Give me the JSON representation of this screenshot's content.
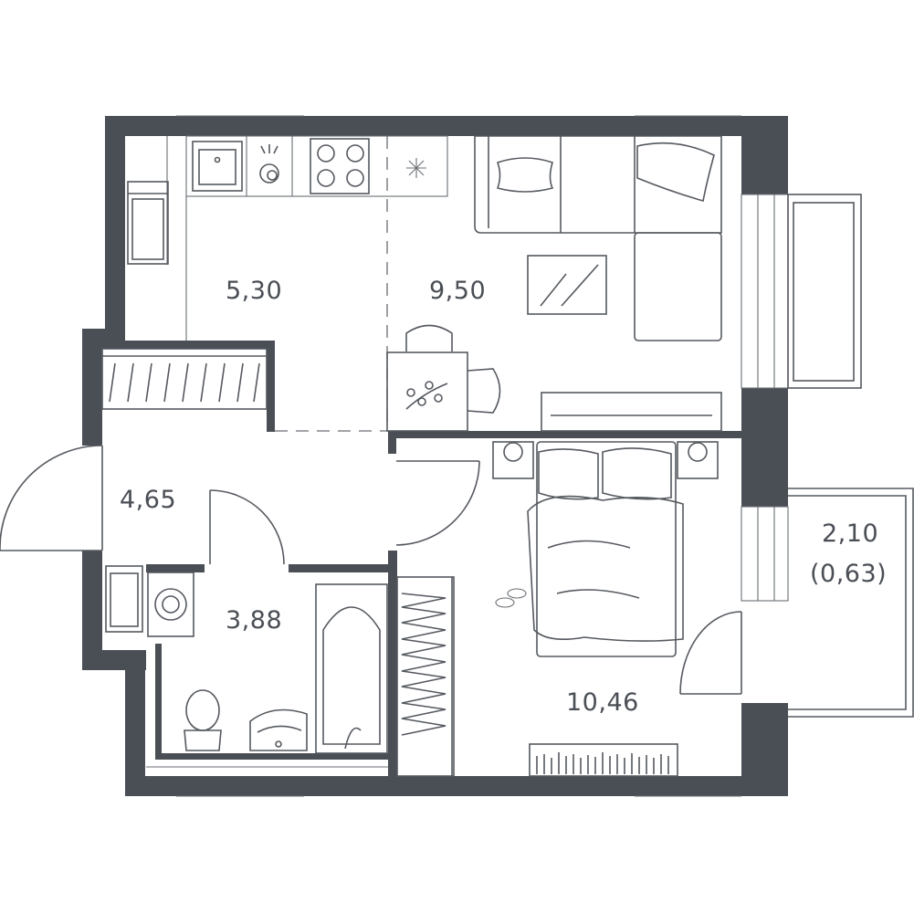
{
  "colors": {
    "wall": "#4a4e55",
    "line": "#55595f",
    "background": "#ffffff"
  },
  "rooms": [
    {
      "id": "kitchen",
      "area": "5,30"
    },
    {
      "id": "living",
      "area": "9,50"
    },
    {
      "id": "hall",
      "area": "4,65"
    },
    {
      "id": "bathroom",
      "area": "3,88"
    },
    {
      "id": "bedroom",
      "area": "10,46"
    },
    {
      "id": "balcony",
      "area": "2,10",
      "area_reduced": "(0,63)"
    }
  ],
  "icons": [
    "sink-icon",
    "dishwasher-icon",
    "stove-icon",
    "fridge-icon",
    "sofa-icon",
    "tv-icon",
    "dining-table-icon",
    "bed-icon",
    "wardrobe-icon",
    "washing-machine-icon",
    "toilet-icon",
    "bathtub-icon",
    "slippers-icon",
    "bookshelf-icon"
  ]
}
